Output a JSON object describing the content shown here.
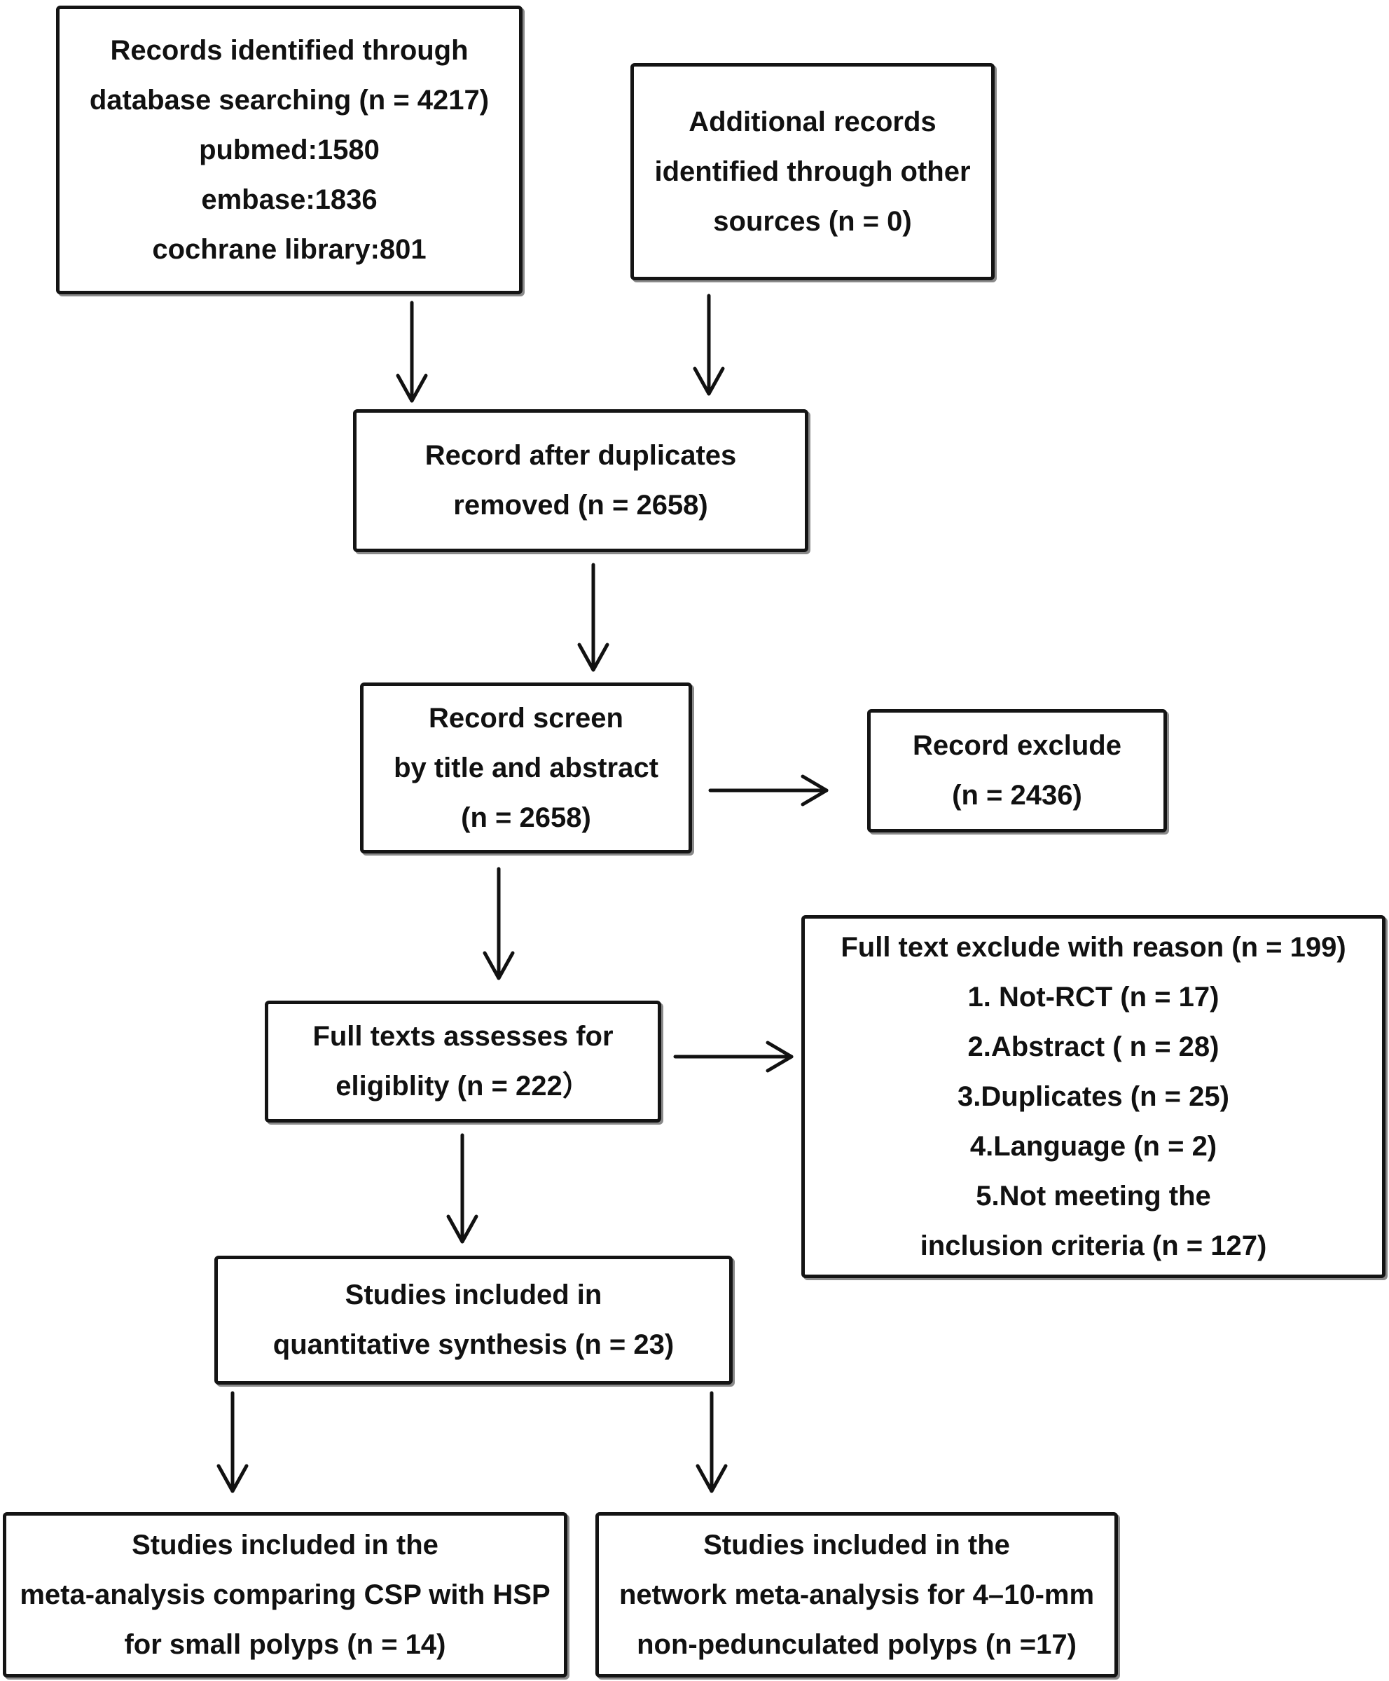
{
  "boxes": {
    "identified": {
      "lines": [
        "Records identified through",
        "database searching (n = 4217)",
        "pubmed:1580",
        "embase:1836",
        "cochrane library:801"
      ]
    },
    "additional": {
      "lines": [
        "Additional records",
        "identified through other",
        "sources (n = 0)"
      ]
    },
    "after_duplicates": {
      "lines": [
        "Record after duplicates",
        "removed (n = 2658)"
      ]
    },
    "screen": {
      "lines": [
        "Record screen",
        "by title and abstract",
        "(n = 2658)"
      ]
    },
    "exclude": {
      "lines": [
        "Record exclude",
        "(n = 2436)"
      ]
    },
    "fulltext_assess": {
      "lines": [
        "Full texts assesses for",
        "eligiblity (n = 222）"
      ]
    },
    "fulltext_exclude": {
      "lines": [
        "Full text exclude with reason (n = 199)",
        "1. Not-RCT (n = 17)",
        "2.Abstract ( n = 28)",
        "3.Duplicates (n = 25)",
        "4.Language (n = 2)",
        "5.Not meeting the",
        "inclusion criteria (n = 127)"
      ]
    },
    "included": {
      "lines": [
        "Studies included in",
        "quantitative synthesis (n = 23)"
      ]
    },
    "meta_csp_hsp": {
      "lines": [
        "Studies included in the",
        "meta-analysis comparing CSP with HSP",
        "for small polyps (n = 14)"
      ]
    },
    "network_meta": {
      "lines": [
        "Studies included in the",
        "network meta-analysis for 4–10-mm",
        "non-pedunculated polyps (n =17)"
      ]
    }
  }
}
